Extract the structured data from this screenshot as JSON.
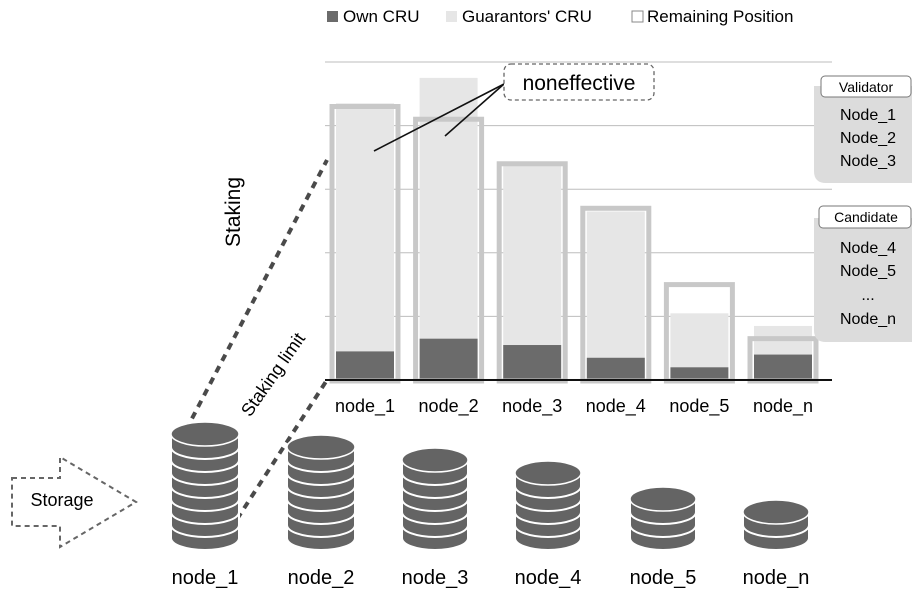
{
  "legend": [
    {
      "label": "Own CRU",
      "color": "#6b6b6b"
    },
    {
      "label": "Guarantors' CRU",
      "color": "#e6e6e6"
    },
    {
      "label": "Remaining Position",
      "color": "#ffffff"
    }
  ],
  "annotations": {
    "nonEffective": "noneffective",
    "staking": "Staking",
    "stakingLimit": "Staking limit",
    "storage": "Storage"
  },
  "validator": {
    "title": "Validator",
    "items": [
      "Node_1",
      "Node_2",
      "Node_3"
    ]
  },
  "candidate": {
    "title": "Candidate",
    "items": [
      "Node_4",
      "Node_5",
      "...",
      "Node_n"
    ]
  },
  "nodes": [
    {
      "label": "node_1",
      "own": 0.09,
      "guarantors": 0.78,
      "limit": 0.86,
      "storageLayers": 8
    },
    {
      "label": "node_2",
      "own": 0.13,
      "guarantors": 0.82,
      "limit": 0.82,
      "storageLayers": 7
    },
    {
      "label": "node_3",
      "own": 0.11,
      "guarantors": 0.57,
      "limit": 0.68,
      "storageLayers": 6
    },
    {
      "label": "node_4",
      "own": 0.07,
      "guarantors": 0.46,
      "limit": 0.54,
      "storageLayers": 5
    },
    {
      "label": "node_5",
      "own": 0.04,
      "guarantors": 0.17,
      "limit": 0.3,
      "storageLayers": 3
    },
    {
      "label": "node_n",
      "own": 0.08,
      "guarantors": 0.09,
      "limit": 0.13,
      "storageLayers": 2
    }
  ],
  "colors": {
    "own": "#6b6b6b",
    "guarantors": "#e6e6e6",
    "remaining": "#ffffff",
    "limitBorder": "#c8c8c8",
    "grid": "#bdbdbd",
    "panel": "#dcdcdc",
    "disk": "#646464"
  }
}
